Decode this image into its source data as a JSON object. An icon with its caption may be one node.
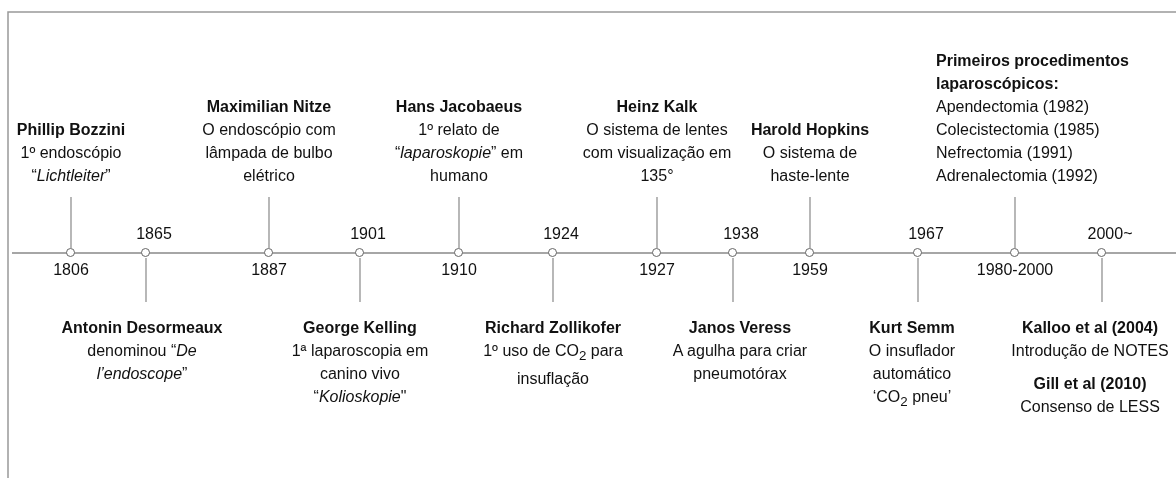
{
  "diagram": {
    "nodes": [
      {
        "text": [
          "Phillip Bozzini",
          "1º endoscópio “*Lichtleiter*”"
        ]
      },
      {
        "text": [],
        "shape": "circle",
        "beside": [
          "1806"
        ]
      },
      {
        "text": [
          "Antonin Desormeaux",
          "denominou “*De l’endoscope*”"
        ]
      },
      {
        "text": [],
        "shape": "circle",
        "beside": [
          "1865"
        ]
      },
      {
        "text": [
          "Maximilian Nitze",
          "O endoscópio com lâmpada de bulbo elétrico"
        ]
      },
      {
        "text": [],
        "shape": "circle",
        "beside": [
          "1887"
        ]
      },
      {
        "text": [
          "George Kelling",
          "1ª laparoscopia em canino vivo “*Kolioskopie*\""
        ]
      },
      {
        "text": [],
        "shape": "circle",
        "beside": [
          "1901"
        ]
      },
      {
        "text": [
          "Hans Jacobaeus",
          "1º relato de “*laparoskopie*” em humano"
        ]
      },
      {
        "text": [],
        "shape": "circle",
        "beside": [
          "1910"
        ]
      },
      {
        "text": [
          "Richard Zollikofer",
          "1º uso de CO$_{2}$ para insuflação"
        ]
      },
      {
        "text": [],
        "shape": "circle",
        "beside": [
          "1924"
        ]
      },
      {
        "text": [
          "Heinz Kalk",
          "O sistema de lentes com visualização em 135°"
        ]
      },
      {
        "text": [],
        "shape": "circle",
        "beside": [
          "1927"
        ]
      },
      {
        "text": [
          "Janos Veress",
          "A agulha para criar pneumotórax"
        ]
      },
      {
        "text": [],
        "shape": "circle",
        "beside": [
          "1938"
        ]
      },
      {
        "text": [
          "Harold Hopkins",
          "O sistema de haste-lente"
        ]
      },
      {
        "text": [],
        "shape": "circle",
        "beside": [
          "1959"
        ]
      },
      {
        "text": [
          "Kurt Semm",
          "O insuflador automático ‘CO$_{2}$ pneu’"
        ]
      },
      {
        "text": [],
        "shape": "circle",
        "beside": [
          "1967"
        ]
      },
      {
        "text": [
          "Primeiros procedimentos laparoscópicos:",
          "Apendectomia (1982)",
          "Colecistectomia (1985)",
          "Nefrectomia (1991)",
          "Adrenalectomia (1992)"
        ]
      },
      {
        "text": [],
        "shape": "circle",
        "beside": [
          "1980-2000"
        ]
      },
      {
        "text": [
          "Kalloo et al (2004)",
          "Introdução de NOTES",
          "Gill et al (2010)",
          "Consenso de LESS"
        ]
      },
      {
        "text": [],
        "shape": "circle",
        "beside": [
          "2000~"
        ]
      }
    ],
    "edges": [
      {
        "from": 1,
        "to": 0,
        "arrow": "none"
      },
      {
        "from": 3,
        "to": 2,
        "arrow": "none"
      },
      {
        "from": 5,
        "to": 4,
        "arrow": "none"
      },
      {
        "from": 7,
        "to": 6,
        "arrow": "none"
      },
      {
        "from": 9,
        "to": 8,
        "arrow": "none"
      },
      {
        "from": 11,
        "to": 10,
        "arrow": "none"
      },
      {
        "from": 13,
        "to": 12,
        "arrow": "none"
      },
      {
        "from": 15,
        "to": 14,
        "arrow": "none"
      },
      {
        "from": 17,
        "to": 16,
        "arrow": "none"
      },
      {
        "from": 19,
        "to": 18,
        "arrow": "none"
      },
      {
        "from": 21,
        "to": 20,
        "arrow": "none"
      },
      {
        "from": 23,
        "to": 22,
        "arrow": "none"
      }
    ]
  }
}
